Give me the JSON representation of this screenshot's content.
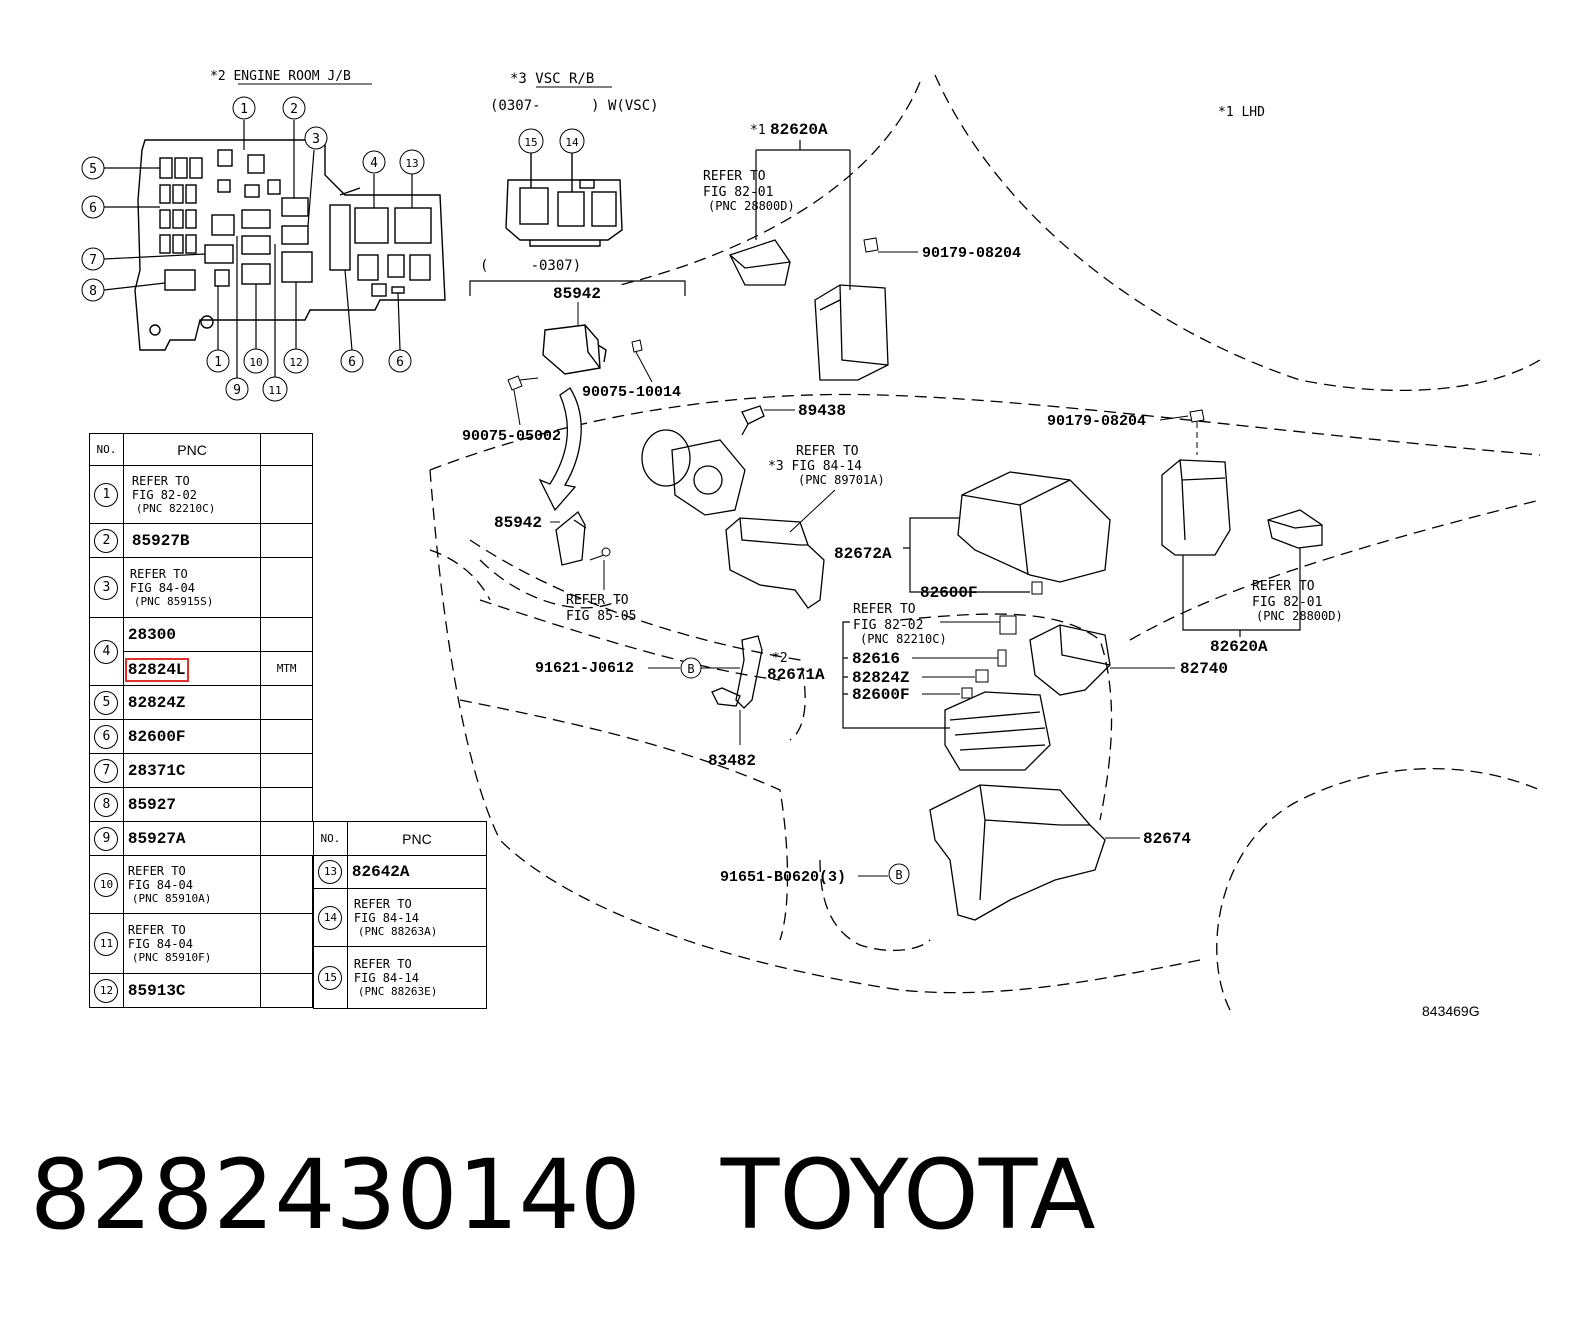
{
  "headers": {
    "engine_room_jb": "*2 ENGINE ROOM J/B",
    "vsc_rb": "*3 VSC R/B",
    "vsc_range": "(0307-      ) W(VSC)",
    "vsc_range2": "(     -0307)",
    "lhd": "*1 LHD"
  },
  "jb_callouts": [
    "1",
    "2",
    "3",
    "4",
    "13",
    "5",
    "6",
    "7",
    "8",
    "1",
    "9",
    "10",
    "11",
    "12",
    "6",
    "6"
  ],
  "vsc_callouts": [
    "15",
    "14"
  ],
  "table_main": {
    "col_no": "NO.",
    "col_pnc": "PNC",
    "rows": [
      {
        "no": "1",
        "lines": [
          "REFER TO",
          "FIG 82-02",
          "(PNC 82210C)"
        ],
        "note": ""
      },
      {
        "no": "2",
        "lines": [
          "85927B"
        ],
        "note": ""
      },
      {
        "no": "3",
        "lines": [
          "REFER TO",
          "FIG 84-04",
          "(PNC 85915S)"
        ],
        "note": ""
      },
      {
        "no": "4",
        "lines": [
          "28300"
        ],
        "note": ""
      },
      {
        "no": "",
        "lines": [
          "82824L"
        ],
        "note": "MTM"
      },
      {
        "no": "5",
        "lines": [
          "82824Z"
        ],
        "note": ""
      },
      {
        "no": "6",
        "lines": [
          "82600F"
        ],
        "note": ""
      },
      {
        "no": "7",
        "lines": [
          "28371C"
        ],
        "note": ""
      },
      {
        "no": "8",
        "lines": [
          "85927"
        ],
        "note": ""
      },
      {
        "no": "9",
        "lines": [
          "85927A"
        ],
        "note": ""
      },
      {
        "no": "10",
        "lines": [
          "REFER TO",
          "FIG 84-04",
          "(PNC 85910A)"
        ],
        "note": ""
      },
      {
        "no": "11",
        "lines": [
          "REFER TO",
          "FIG 84-04",
          "(PNC 85910F)"
        ],
        "note": ""
      },
      {
        "no": "12",
        "lines": [
          "85913C"
        ],
        "note": ""
      }
    ]
  },
  "table_side": {
    "col_no": "NO.",
    "col_pnc": "PNC",
    "rows": [
      {
        "no": "13",
        "lines": [
          "82642A"
        ]
      },
      {
        "no": "14",
        "lines": [
          "REFER TO",
          "FIG 84-14",
          "(PNC 88263A)"
        ]
      },
      {
        "no": "15",
        "lines": [
          "REFER TO",
          "FIG 84-14",
          "(PNC 88263E)"
        ]
      }
    ]
  },
  "labels": {
    "p85942_top": "85942",
    "p90075_10014": "90075-10014",
    "p90075_05002": "90075-05002",
    "p85942_mid": "85942",
    "refer_85_05": [
      "REFER TO",
      "FIG 85-05"
    ],
    "p91621": "91621-J0612",
    "p82671A_mark": "*2",
    "p82671A": "82671A",
    "p83482": "83482",
    "p91651": "91651-B0620(3)",
    "p82620A_top_mark": "*1",
    "p82620A_top": "82620A",
    "refer_82_01_top": [
      "REFER TO",
      "FIG 82-01",
      "(PNC 28800D)"
    ],
    "p90179_top": "90179-08204",
    "p89438": "89438",
    "refer_84_14": [
      "REFER TO",
      "*3 FIG 84-14",
      "(PNC 89701A)"
    ],
    "p82672A": "82672A",
    "p82600F_top": "82600F",
    "refer_82_02": [
      "REFER TO",
      "FIG 82-02",
      "(PNC 82210C)"
    ],
    "p82616": "82616",
    "p82824Z": "82824Z",
    "p82600F": "82600F",
    "p82740": "82740",
    "p82674": "82674",
    "p90179_right": "90179-08204",
    "refer_82_01_right": [
      "REFER TO",
      "FIG 82-01",
      "(PNC 28800D)"
    ],
    "p82620A_right": "82620A",
    "bolt_b": "B",
    "illustration_id": "843469G"
  },
  "caption": {
    "part_number": "8282430140",
    "brand": "TOYOTA"
  },
  "colors": {
    "highlight": "#e0302e",
    "line": "#000000"
  }
}
